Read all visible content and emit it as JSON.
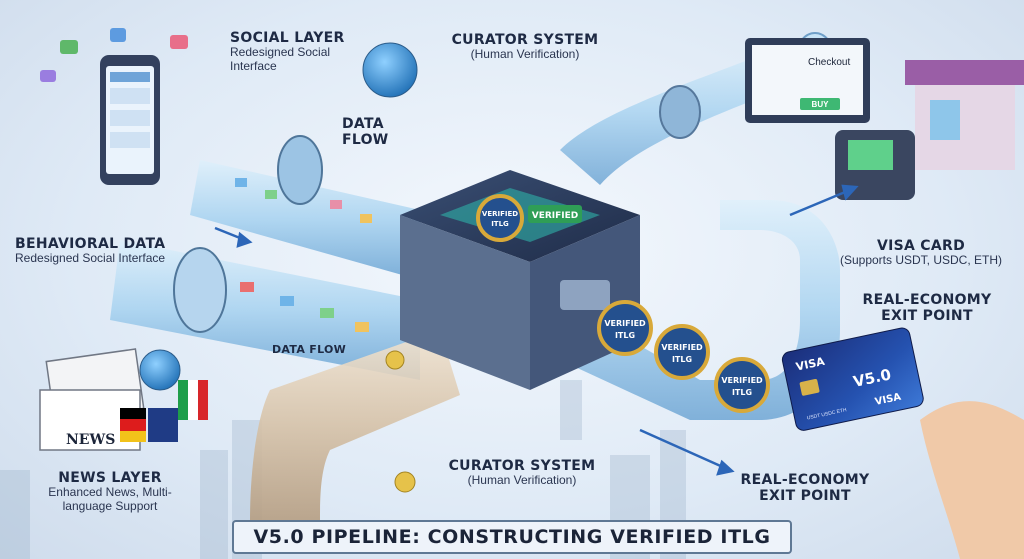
{
  "labels": {
    "social_layer": {
      "title": "SOCIAL LAYER",
      "subtitle": "Redesigned Social Interface"
    },
    "curator_top": {
      "title": "CURATOR SYSTEM",
      "subtitle": "(Human Verification)"
    },
    "data_flow_top": "DATA FLOW",
    "behavioral_data": {
      "title": "BEHAVIORAL DATA",
      "subtitle": "Redesigned Social Interface"
    },
    "data_flow_mid": "DATA FLOW",
    "news_layer": {
      "title": "NEWS LAYER",
      "subtitle": "Enhanced News, Multi-language Support"
    },
    "curator_bottom": {
      "title": "CURATOR SYSTEM",
      "subtitle": "(Human Verification)"
    },
    "visa_card": {
      "title": "VISA CARD",
      "subtitle": "(Supports USDT, USDC, ETH)"
    },
    "exit_top": "REAL-ECONOMY EXIT POINT",
    "exit_bottom": "REAL-ECONOMY EXIT POINT"
  },
  "banner": "V5.0 PIPELINE: CONSTRUCTING VERIFIED ITLG",
  "stamps": {
    "verified": "VERIFIED",
    "itlg": "ITLG"
  },
  "news_sign": "NEWS",
  "checkout": {
    "title": "Checkout",
    "buy": "BUY"
  },
  "card": {
    "brand": "VISA",
    "version": "V5.0",
    "coins": "USDT  USDC  ETH"
  },
  "colors": {
    "pipe": "#9ccbec",
    "navy": "#1b2438",
    "gold": "#d8a93a",
    "stamp_blue": "#24508e"
  }
}
